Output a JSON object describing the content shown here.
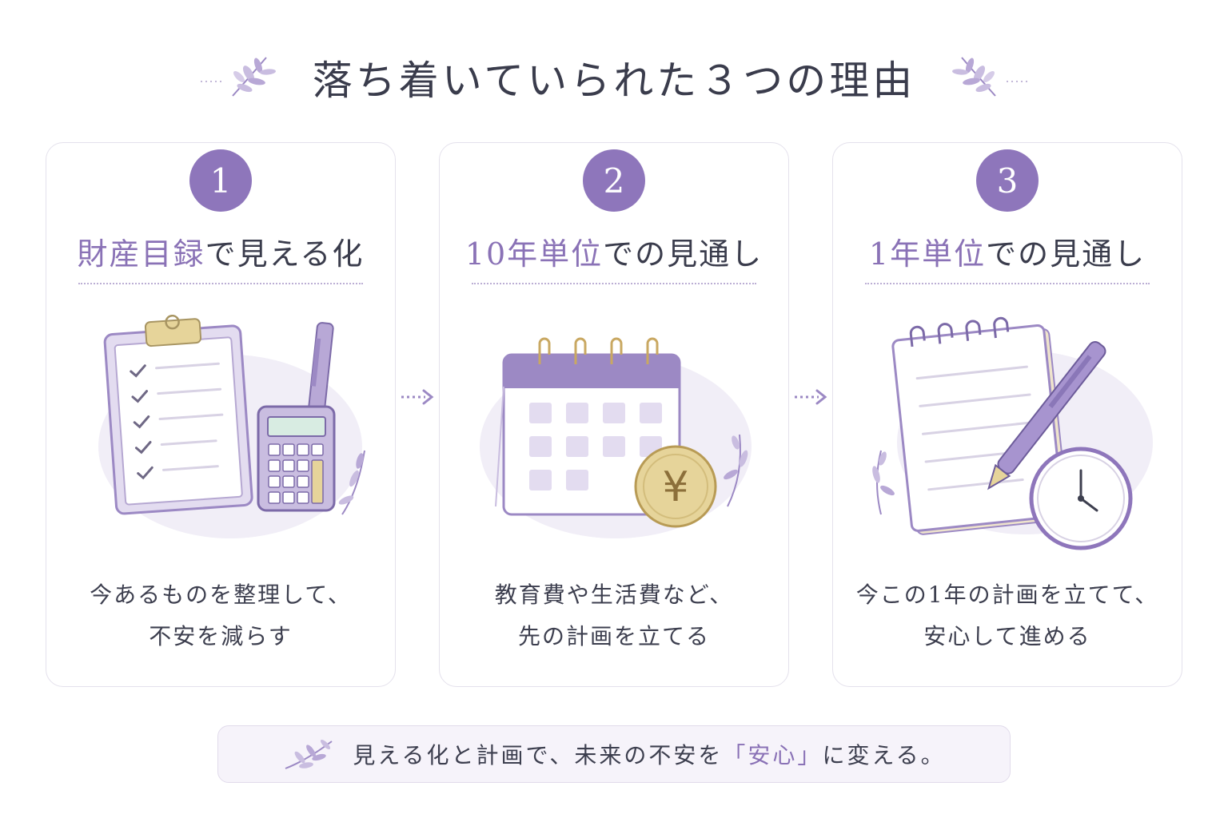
{
  "header": {
    "title": "落ち着いていられた３つの理由"
  },
  "cards": [
    {
      "number": "1",
      "heading_accent": "財産目録",
      "heading_rest": "で見える化",
      "description_line1": "今あるものを整理して、",
      "description_line2": "不安を減らす",
      "illustration": "clipboard-calculator"
    },
    {
      "number": "2",
      "heading_accent": "10年単位",
      "heading_rest": "での見通し",
      "description_line1": "教育費や生活費など、",
      "description_line2": "先の計画を立てる",
      "illustration": "calendar-yen-coin",
      "coin_symbol": "¥"
    },
    {
      "number": "3",
      "heading_accent": "1年単位",
      "heading_rest": "での見通し",
      "description_line1": "今この1年の計画を立てて、",
      "description_line2": "安心して進める",
      "illustration": "notebook-pen-clock"
    }
  ],
  "banner": {
    "text_before": "見える化と計画で、未来の不安を",
    "highlight": "「安心」",
    "text_after": "に変える。"
  },
  "colors": {
    "accent": "#8e76bb",
    "accent_text": "#8a72b6",
    "gold": "#e6d49a",
    "card_border": "#e4e1ec",
    "banner_bg": "#f6f3fa"
  }
}
